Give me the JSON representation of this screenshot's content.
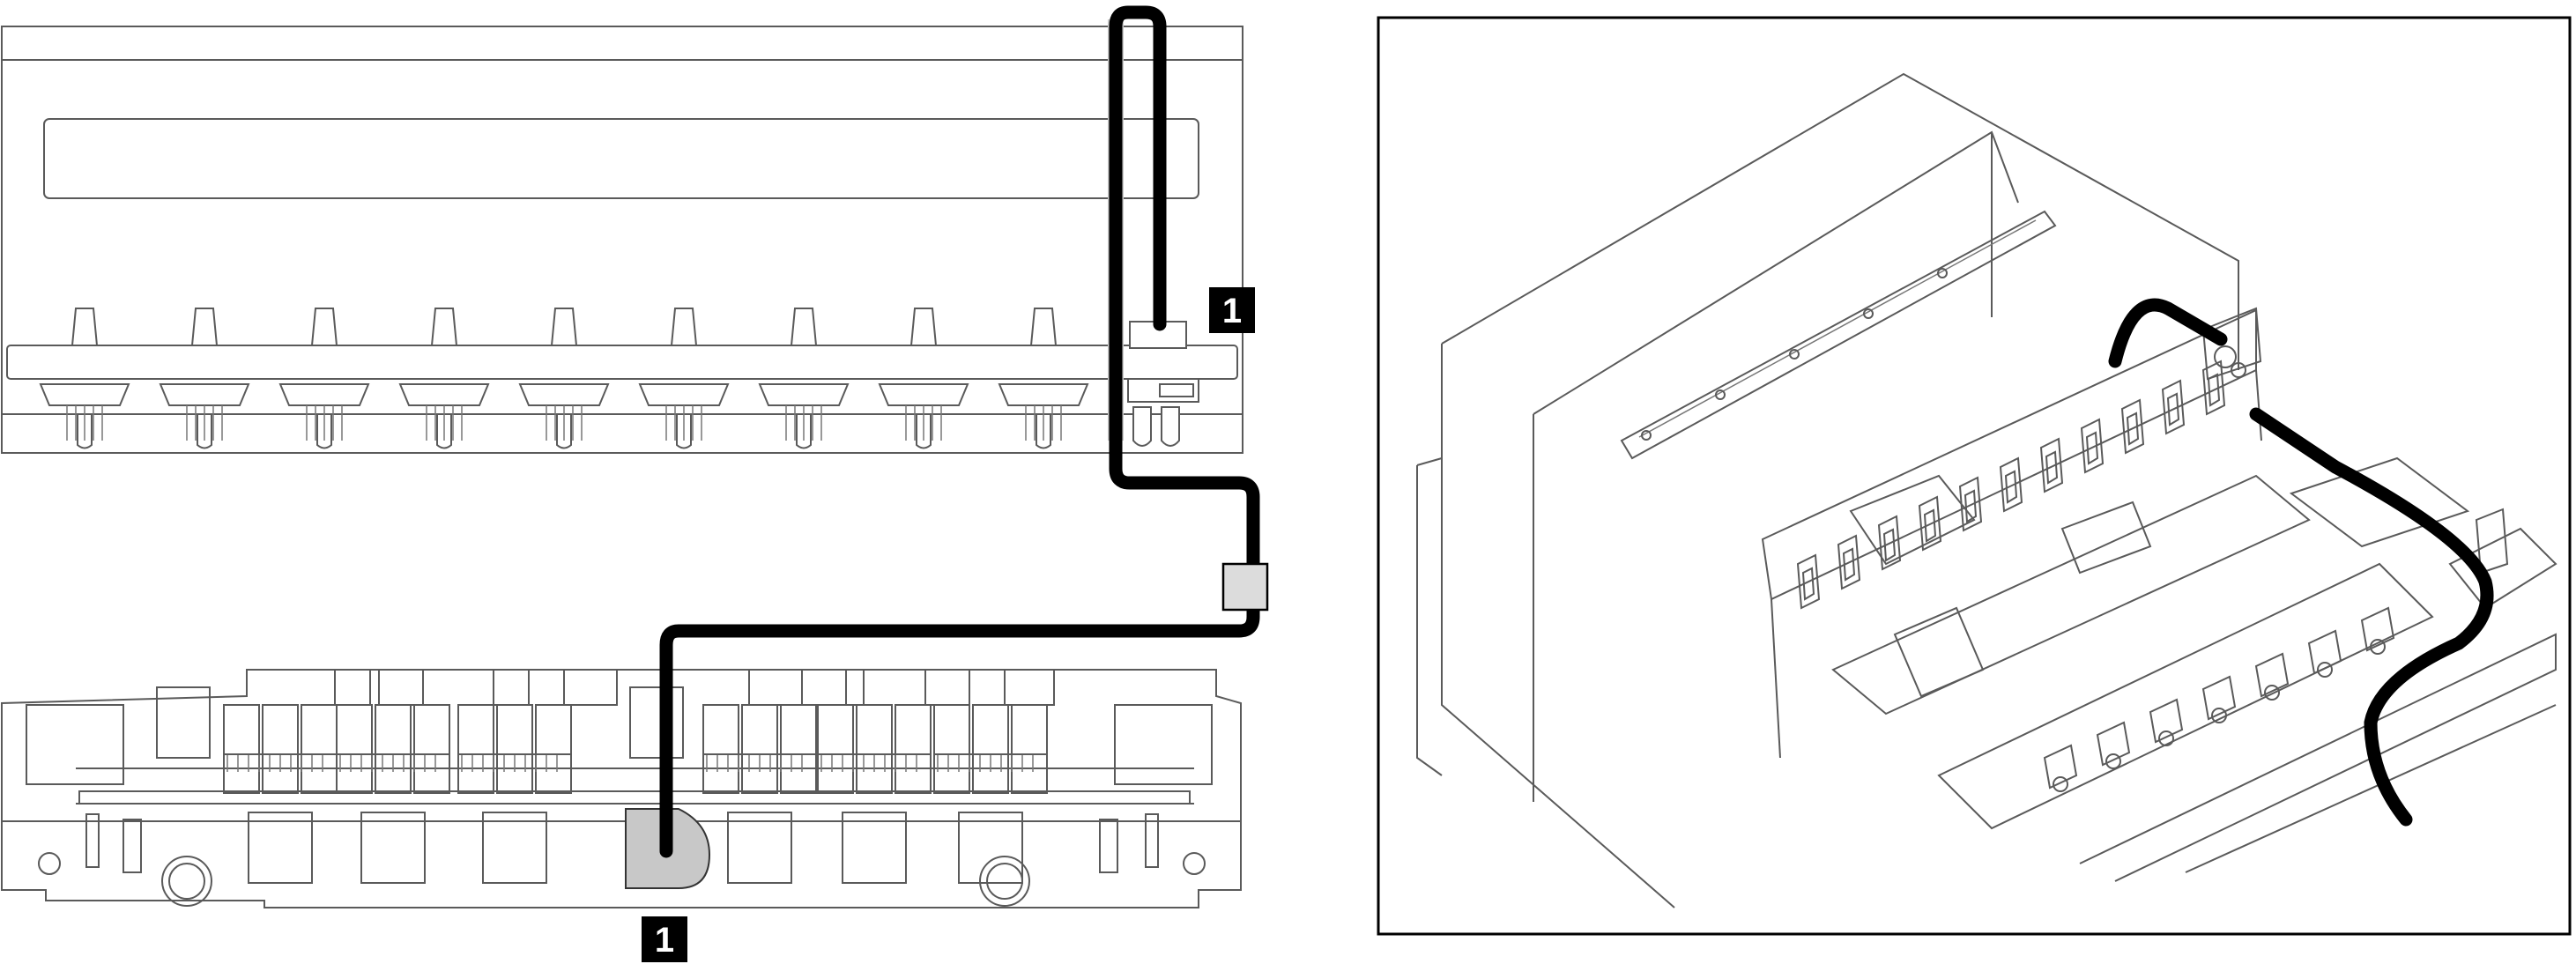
{
  "callouts": [
    {
      "id": "callout-top",
      "label": "1"
    },
    {
      "id": "callout-bottom",
      "label": "1"
    }
  ],
  "colors": {
    "cable": "#000000",
    "cable_ghost": "#c8c8c8",
    "line": "#5a5a5a",
    "callout": "#000000"
  }
}
